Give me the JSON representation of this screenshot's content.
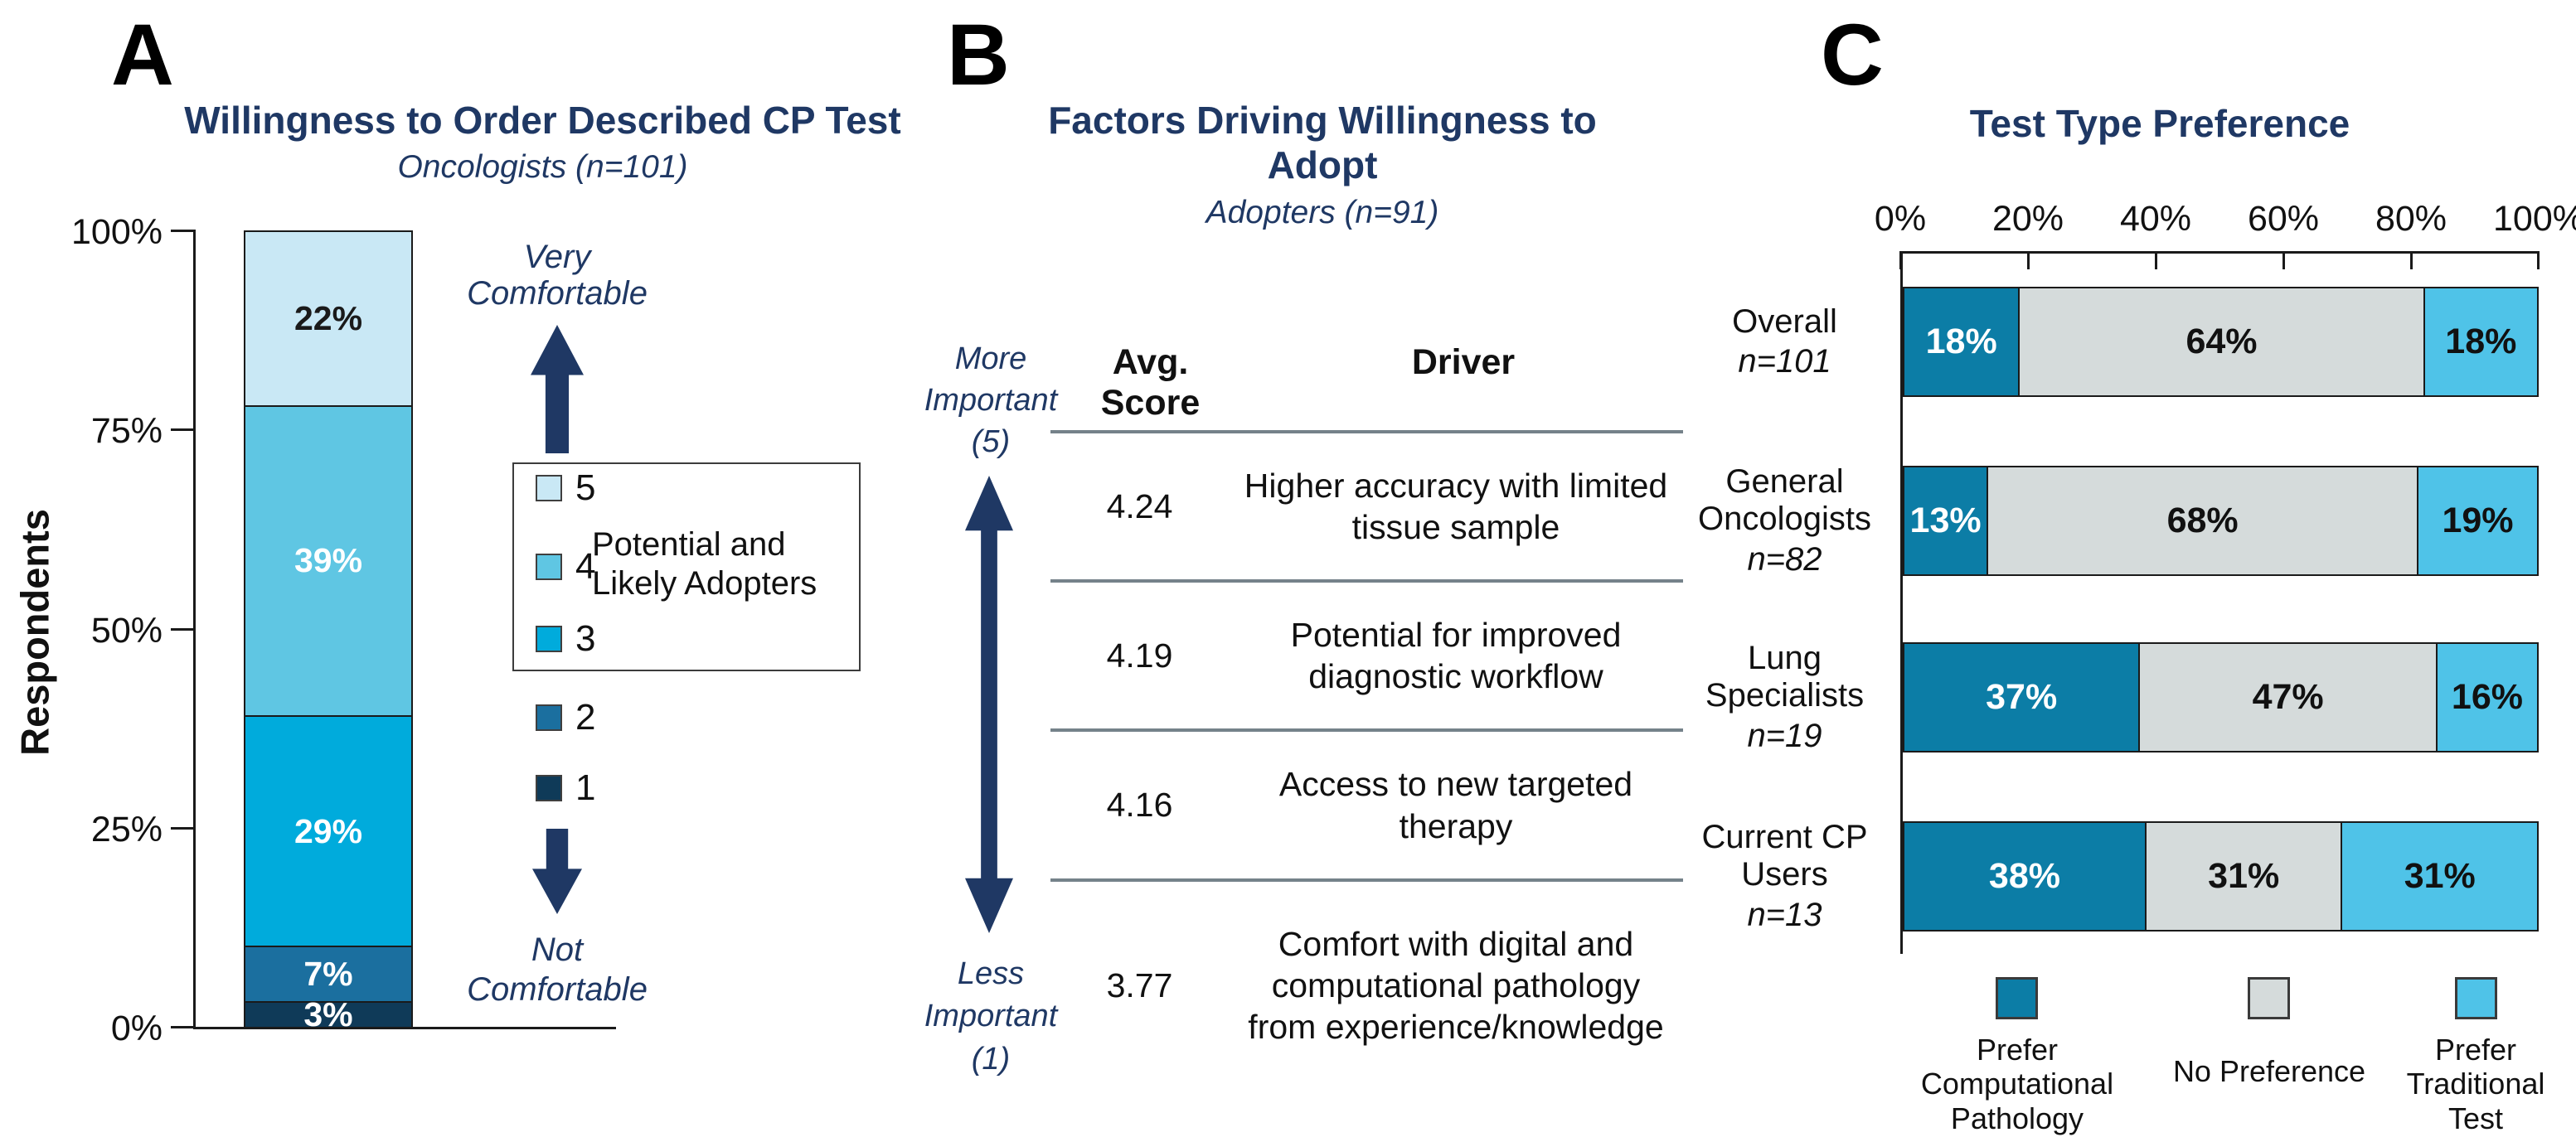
{
  "colors": {
    "navy_text": "#1F3864",
    "arrow_navy": "#1F3864",
    "rating5_light_blue": "#C9E8F5",
    "rating4_blue": "#5FC6E3",
    "rating3_cyan": "#00ABDC",
    "rating2_dark_blue": "#1B6F9F",
    "rating1_navy": "#0F3A58",
    "prefer_cp_teal": "#0C7DA6",
    "no_preference_gray": "#D5DBDB",
    "prefer_traditional_sky": "#4FC3E8",
    "rule_gray": "#75828A",
    "border_black": "#1a1a1a"
  },
  "panelA": {
    "letter": "A",
    "title": "Willingness to Order Described CP Test",
    "subtitle": "Oncologists (n=101)",
    "y_axis_label": "Respondents",
    "y_ticks": [
      "100%",
      "75%",
      "50%",
      "25%",
      "0%"
    ],
    "bar_labels": [
      "22%",
      "39%",
      "29%",
      "7%",
      "3%"
    ],
    "legend_top": "Very\nComfortable",
    "legend_bottom": "Not\nComfortable",
    "legend_items": [
      "5",
      "4",
      "3",
      "2",
      "1"
    ],
    "legend_note": "Potential and\nLikely Adopters"
  },
  "panelB": {
    "letter": "B",
    "title": "Factors Driving Willingness to\nAdopt",
    "subtitle": "Adopters (n=91)",
    "col1_header": "Avg. Score",
    "col2_header": "Driver",
    "more_label": "More\nImportant\n(5)",
    "less_label": "Less\nImportant\n(1)",
    "rows": [
      {
        "score": "4.24",
        "driver": "Higher accuracy with limited tissue sample"
      },
      {
        "score": "4.19",
        "driver": "Potential for improved diagnostic workflow"
      },
      {
        "score": "4.16",
        "driver": "Access to new targeted therapy"
      },
      {
        "score": "3.77",
        "driver": "Comfort with digital and computational pathology from experience/knowledge"
      }
    ]
  },
  "panelC": {
    "letter": "C",
    "title": "Test Type Preference",
    "x_ticks": [
      "0%",
      "20%",
      "40%",
      "60%",
      "80%",
      "100%"
    ],
    "rows": [
      {
        "label": "Overall",
        "n": "n=101",
        "values": [
          "18%",
          "64%",
          "18%"
        ]
      },
      {
        "label": "General\nOncologists",
        "n": "n=82",
        "values": [
          "13%",
          "68%",
          "19%"
        ]
      },
      {
        "label": "Lung\nSpecialists",
        "n": "n=19",
        "values": [
          "37%",
          "47%",
          "16%"
        ]
      },
      {
        "label": "Current CP\nUsers",
        "n": "n=13",
        "values": [
          "38%",
          "31%",
          "31%"
        ]
      }
    ],
    "legend": [
      "Prefer\nComputational\nPathology",
      "No Preference",
      "Prefer\nTraditional Test"
    ]
  },
  "chart_data": [
    {
      "type": "bar",
      "subtype": "stacked-vertical",
      "title": "Willingness to Order Described CP Test",
      "subtitle": "Oncologists (n=101)",
      "ylabel": "Respondents",
      "ylim": [
        0,
        100
      ],
      "y_tick_labels": [
        "0%",
        "25%",
        "50%",
        "75%",
        "100%"
      ],
      "categories": [
        "Oncologists (n=101)"
      ],
      "series": [
        {
          "name": "5 (Very Comfortable)",
          "values": [
            22
          ],
          "color": "#C9E8F5"
        },
        {
          "name": "4",
          "values": [
            39
          ],
          "color": "#5FC6E3"
        },
        {
          "name": "3",
          "values": [
            29
          ],
          "color": "#00ABDC"
        },
        {
          "name": "2",
          "values": [
            7
          ],
          "color": "#1B6F9F"
        },
        {
          "name": "1 (Not Comfortable)",
          "values": [
            3
          ],
          "color": "#0F3A58"
        }
      ],
      "annotations": [
        "Ratings 5, 4 and 3 grouped as Potential and Likely Adopters",
        "Scale from Not Comfortable (1) to Very Comfortable (5)"
      ],
      "grid": false,
      "legend_position": "right"
    },
    {
      "type": "table",
      "title": "Factors Driving Willingness to Adopt",
      "subtitle": "Adopters (n=91)",
      "columns": [
        "Avg. Score",
        "Driver"
      ],
      "scale_note": "More Important (5) to Less Important (1)",
      "rows": [
        [
          4.24,
          "Higher accuracy with limited tissue sample"
        ],
        [
          4.19,
          "Potential for improved diagnostic workflow"
        ],
        [
          4.16,
          "Access to new targeted therapy"
        ],
        [
          3.77,
          "Comfort with digital and computational pathology from experience/knowledge"
        ]
      ]
    },
    {
      "type": "bar",
      "subtype": "stacked-horizontal",
      "title": "Test Type Preference",
      "xlim": [
        0,
        100
      ],
      "x_tick_labels": [
        "0%",
        "20%",
        "40%",
        "60%",
        "80%",
        "100%"
      ],
      "categories": [
        "Overall (n=101)",
        "General Oncologists (n=82)",
        "Lung Specialists (n=19)",
        "Current CP Users (n=13)"
      ],
      "series": [
        {
          "name": "Prefer Computational Pathology",
          "values": [
            18,
            13,
            37,
            38
          ],
          "color": "#0C7DA6"
        },
        {
          "name": "No Preference",
          "values": [
            64,
            68,
            47,
            31
          ],
          "color": "#D5DBDB"
        },
        {
          "name": "Prefer Traditional Test",
          "values": [
            18,
            19,
            16,
            31
          ],
          "color": "#4FC3E8"
        }
      ],
      "grid": false,
      "legend_position": "bottom"
    }
  ]
}
